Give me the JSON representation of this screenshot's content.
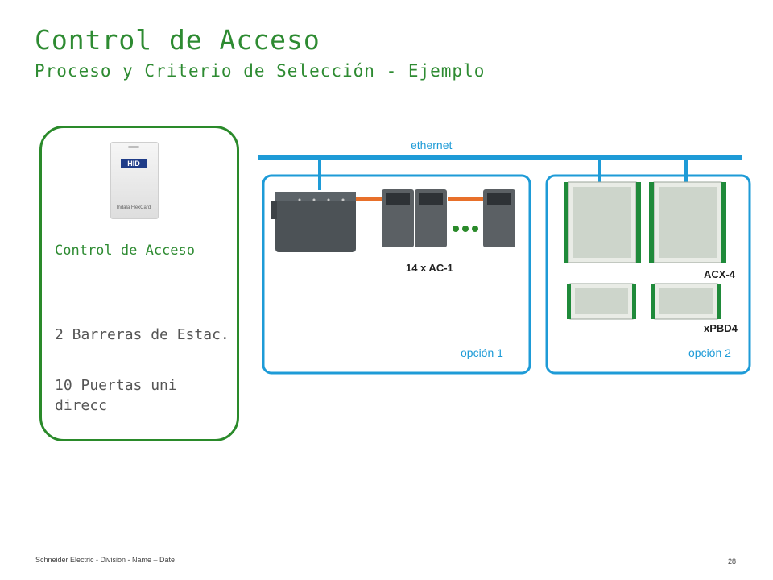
{
  "header": {
    "title": "Control de Acceso",
    "subtitle": "Proceso y Criterio de Selección - Ejemplo"
  },
  "panel": {
    "card_logo": "HID",
    "card_caption": "Indala FlexCard",
    "heading": "Control de Acceso",
    "item1": "2 Barreras de Estac.",
    "item2": "10 Puertas uni direcc"
  },
  "diagram": {
    "network_label": "ethernet",
    "option1_device_label": "14 x AC-1",
    "option1_label": "opción 1",
    "option2_device_label_top": "ACX-4",
    "option2_device_label_bottom": "xPBD4",
    "option2_label": "opción 2",
    "colors": {
      "network": "#1e9bd7",
      "link": "#e8702a",
      "ellipsis": "#2a8a2a",
      "accent": "#2e8b32"
    }
  },
  "footer": {
    "text": "Schneider Electric - Division - Name – Date",
    "page": "28"
  }
}
